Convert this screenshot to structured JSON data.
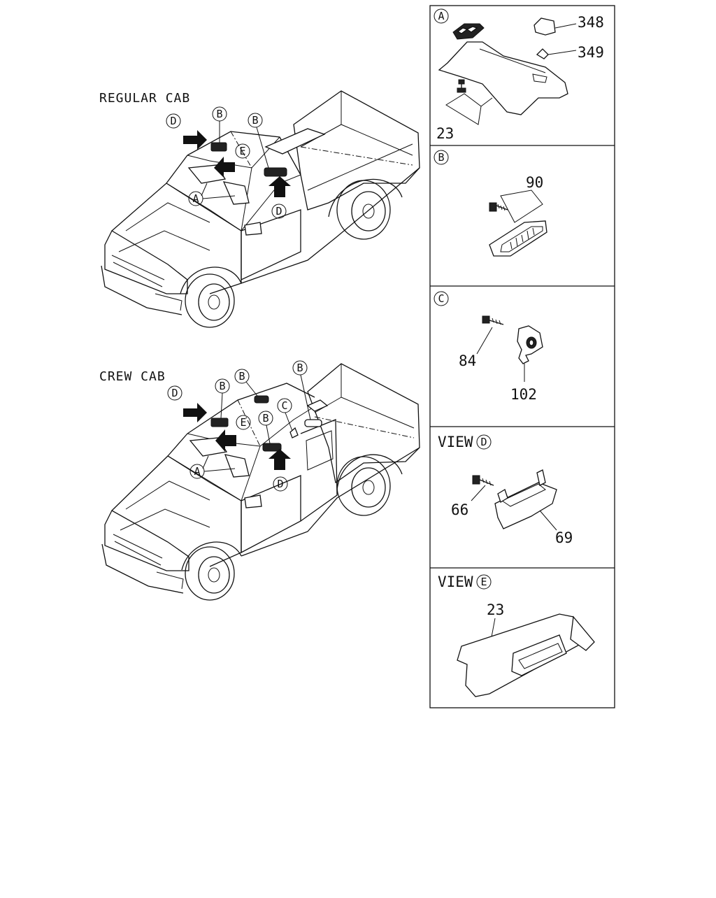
{
  "overview": {
    "regular_cab": {
      "title": "REGULAR CAB",
      "callouts": [
        "D",
        "B",
        "B",
        "E",
        "A",
        "D"
      ]
    },
    "crew_cab": {
      "title": "CREW CAB",
      "callouts": [
        "D",
        "B",
        "B",
        "B",
        "E",
        "C",
        "B",
        "A",
        "D"
      ]
    }
  },
  "panels": [
    {
      "id": "A",
      "letter": "A",
      "view_prefix": "",
      "part_numbers": [
        "348",
        "349",
        "23"
      ]
    },
    {
      "id": "B",
      "letter": "B",
      "view_prefix": "",
      "part_numbers": [
        "90"
      ]
    },
    {
      "id": "C",
      "letter": "C",
      "view_prefix": "",
      "part_numbers": [
        "84",
        "102"
      ]
    },
    {
      "id": "D",
      "letter": "D",
      "view_prefix": "VIEW",
      "part_numbers": [
        "66",
        "69"
      ]
    },
    {
      "id": "E",
      "letter": "E",
      "view_prefix": "VIEW",
      "part_numbers": [
        "23"
      ]
    }
  ]
}
